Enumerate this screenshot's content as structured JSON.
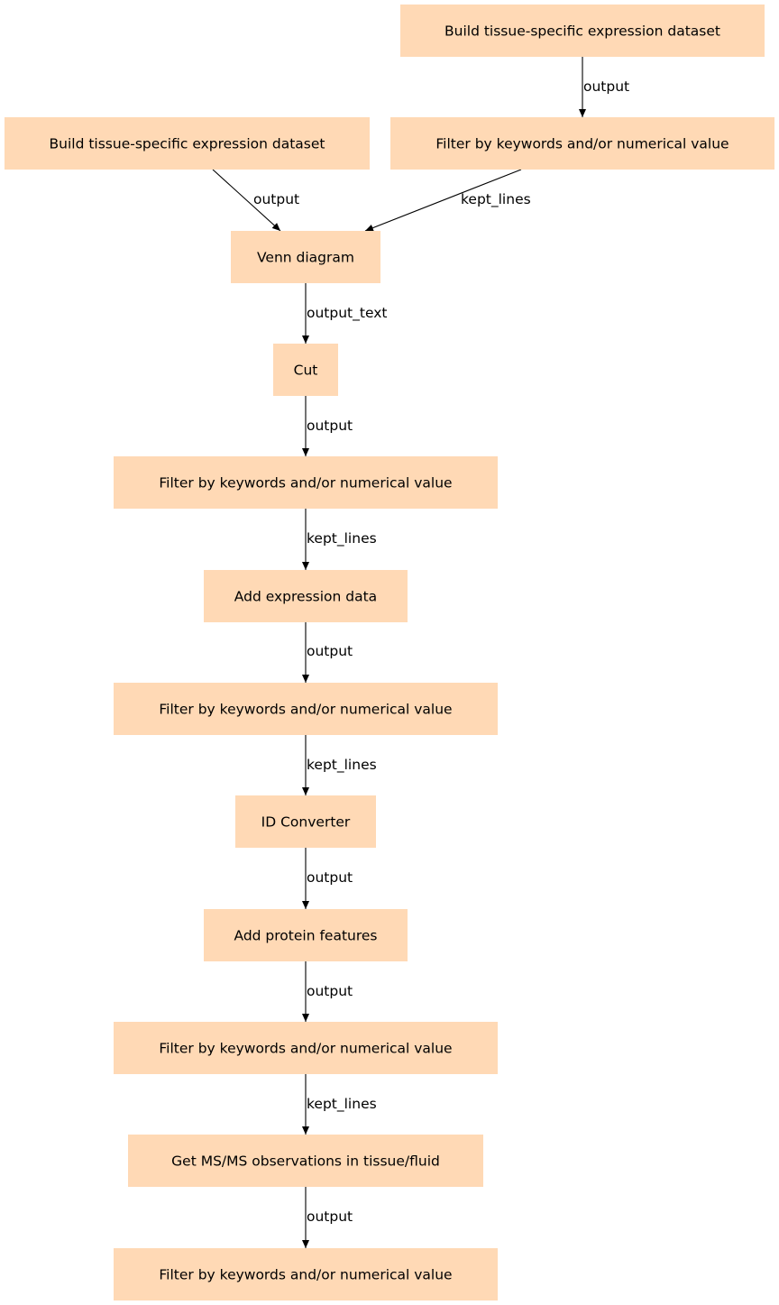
{
  "nodes": [
    {
      "id": "n0",
      "label": "Build tissue-specific expression dataset"
    },
    {
      "id": "n1",
      "label": "Build tissue-specific expression dataset"
    },
    {
      "id": "n2",
      "label": "Filter by keywords and/or numerical value"
    },
    {
      "id": "n3",
      "label": "Venn diagram"
    },
    {
      "id": "n4",
      "label": "Cut"
    },
    {
      "id": "n5",
      "label": "Filter by keywords and/or numerical value"
    },
    {
      "id": "n6",
      "label": "Add expression data"
    },
    {
      "id": "n7",
      "label": "Filter by keywords and/or numerical value"
    },
    {
      "id": "n8",
      "label": "ID Converter"
    },
    {
      "id": "n9",
      "label": "Add protein features"
    },
    {
      "id": "n10",
      "label": "Filter by keywords and/or numerical value"
    },
    {
      "id": "n11",
      "label": "Get MS/MS observations in tissue/fluid"
    },
    {
      "id": "n12",
      "label": "Filter by keywords and/or numerical value"
    }
  ],
  "edges": [
    {
      "from": "n0",
      "to": "n2",
      "label": "output"
    },
    {
      "from": "n1",
      "to": "n3",
      "label": "output"
    },
    {
      "from": "n2",
      "to": "n3",
      "label": "kept_lines"
    },
    {
      "from": "n3",
      "to": "n4",
      "label": "output_text"
    },
    {
      "from": "n4",
      "to": "n5",
      "label": "output"
    },
    {
      "from": "n5",
      "to": "n6",
      "label": "kept_lines"
    },
    {
      "from": "n6",
      "to": "n7",
      "label": "output"
    },
    {
      "from": "n7",
      "to": "n8",
      "label": "kept_lines"
    },
    {
      "from": "n8",
      "to": "n9",
      "label": "output"
    },
    {
      "from": "n9",
      "to": "n10",
      "label": "output"
    },
    {
      "from": "n10",
      "to": "n11",
      "label": "kept_lines"
    },
    {
      "from": "n11",
      "to": "n12",
      "label": "output"
    }
  ],
  "colors": {
    "node_fill": "#ffd9b5",
    "edge": "#000000",
    "text": "#000000"
  }
}
